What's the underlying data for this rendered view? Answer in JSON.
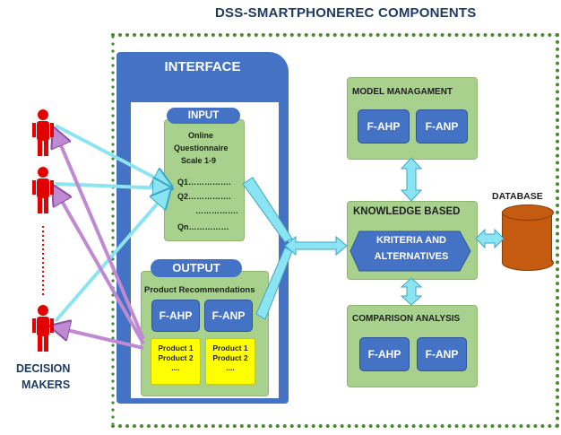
{
  "title": "DSS-SMARTPHONEREC COMPONENTS",
  "interface": {
    "label": "INTERFACE",
    "input": {
      "label": "INPUT",
      "lines": [
        "Online",
        "Questionnaire",
        "Scale 1-9",
        "Q1…………….",
        "Q2…………….",
        "…………….",
        "Qn……………"
      ]
    },
    "output": {
      "label": "OUTPUT",
      "heading": "Product Recommendations",
      "methods": [
        "F-AHP",
        "F-ANP"
      ],
      "products_left": [
        "Product 1",
        "Product 2",
        "...."
      ],
      "products_right": [
        "Product 1",
        "Product 2",
        "...."
      ]
    }
  },
  "model_management": {
    "title": "MODEL MANAGAMENT",
    "methods": [
      "F-AHP",
      "F-ANP"
    ]
  },
  "knowledge_based": {
    "title": "KNOWLEDGE BASED",
    "inner": [
      "KRITERIA AND",
      "ALTERNATIVES"
    ]
  },
  "comparison_analysis": {
    "title": "COMPARISON ANALYSIS",
    "methods": [
      "F-AHP",
      "F-ANP"
    ]
  },
  "database": {
    "label": "DATABASE"
  },
  "decision_makers": {
    "line1": "DECISION",
    "line2": "MAKERS"
  },
  "colors": {
    "blue": "#4472c4",
    "green": "#a9d18e",
    "yellow": "#ffff00",
    "database": "#c55a11",
    "person": "#e30000",
    "arrow_cyan": "#8be4f2",
    "arrow_purple": "#c08ad3"
  }
}
